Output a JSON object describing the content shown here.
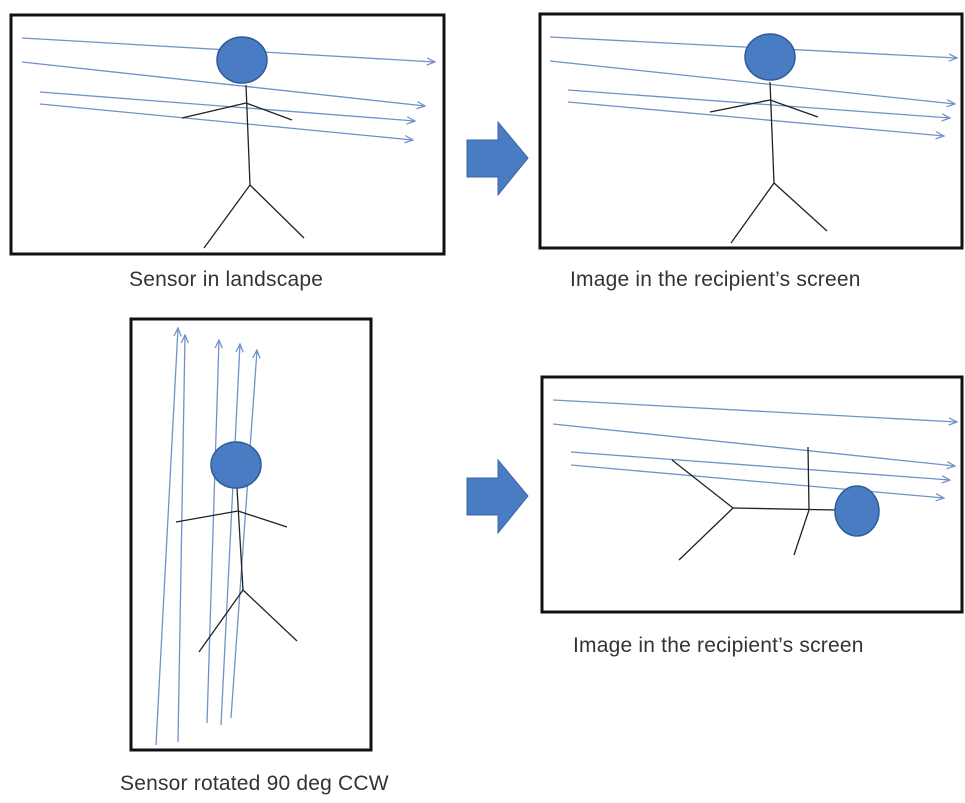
{
  "colors": {
    "frame": "#111111",
    "ray": "#6f93c8",
    "head": "#4a7cc4",
    "head_outline": "#2e5c9a",
    "figure": "#222222",
    "arrow": "#4a7cc4"
  },
  "panels": {
    "top_left_caption": "Sensor in landscape",
    "top_right_caption": "Image in the recipient’s screen",
    "bottom_left_caption": "Sensor rotated 90 deg CCW",
    "bottom_right_caption": "Image in the recipient’s screen"
  }
}
